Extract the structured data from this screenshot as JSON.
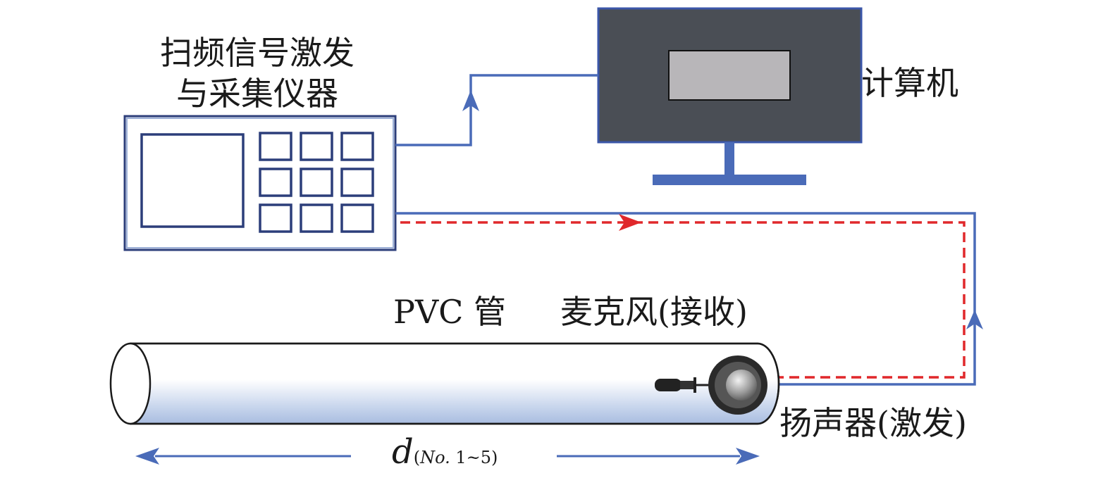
{
  "labels": {
    "instrument_line1": "扫频信号激发",
    "instrument_line2": "与采集仪器",
    "computer": "计算机",
    "pvc_pipe": "PVC 管",
    "microphone": "麦克风(接收)",
    "speaker": "扬声器(激发)",
    "length_symbol": "d",
    "length_sub_no": "No.",
    "length_sub_range": " 1~5"
  },
  "colors": {
    "wire_blue": "#4a6bb8",
    "signal_red": "#e0282b",
    "instrument_border": "#2c3e7a",
    "monitor_body": "#4a4e55",
    "monitor_screen": "#b8b6b9",
    "pipe_fill": "#b9cbe6"
  }
}
